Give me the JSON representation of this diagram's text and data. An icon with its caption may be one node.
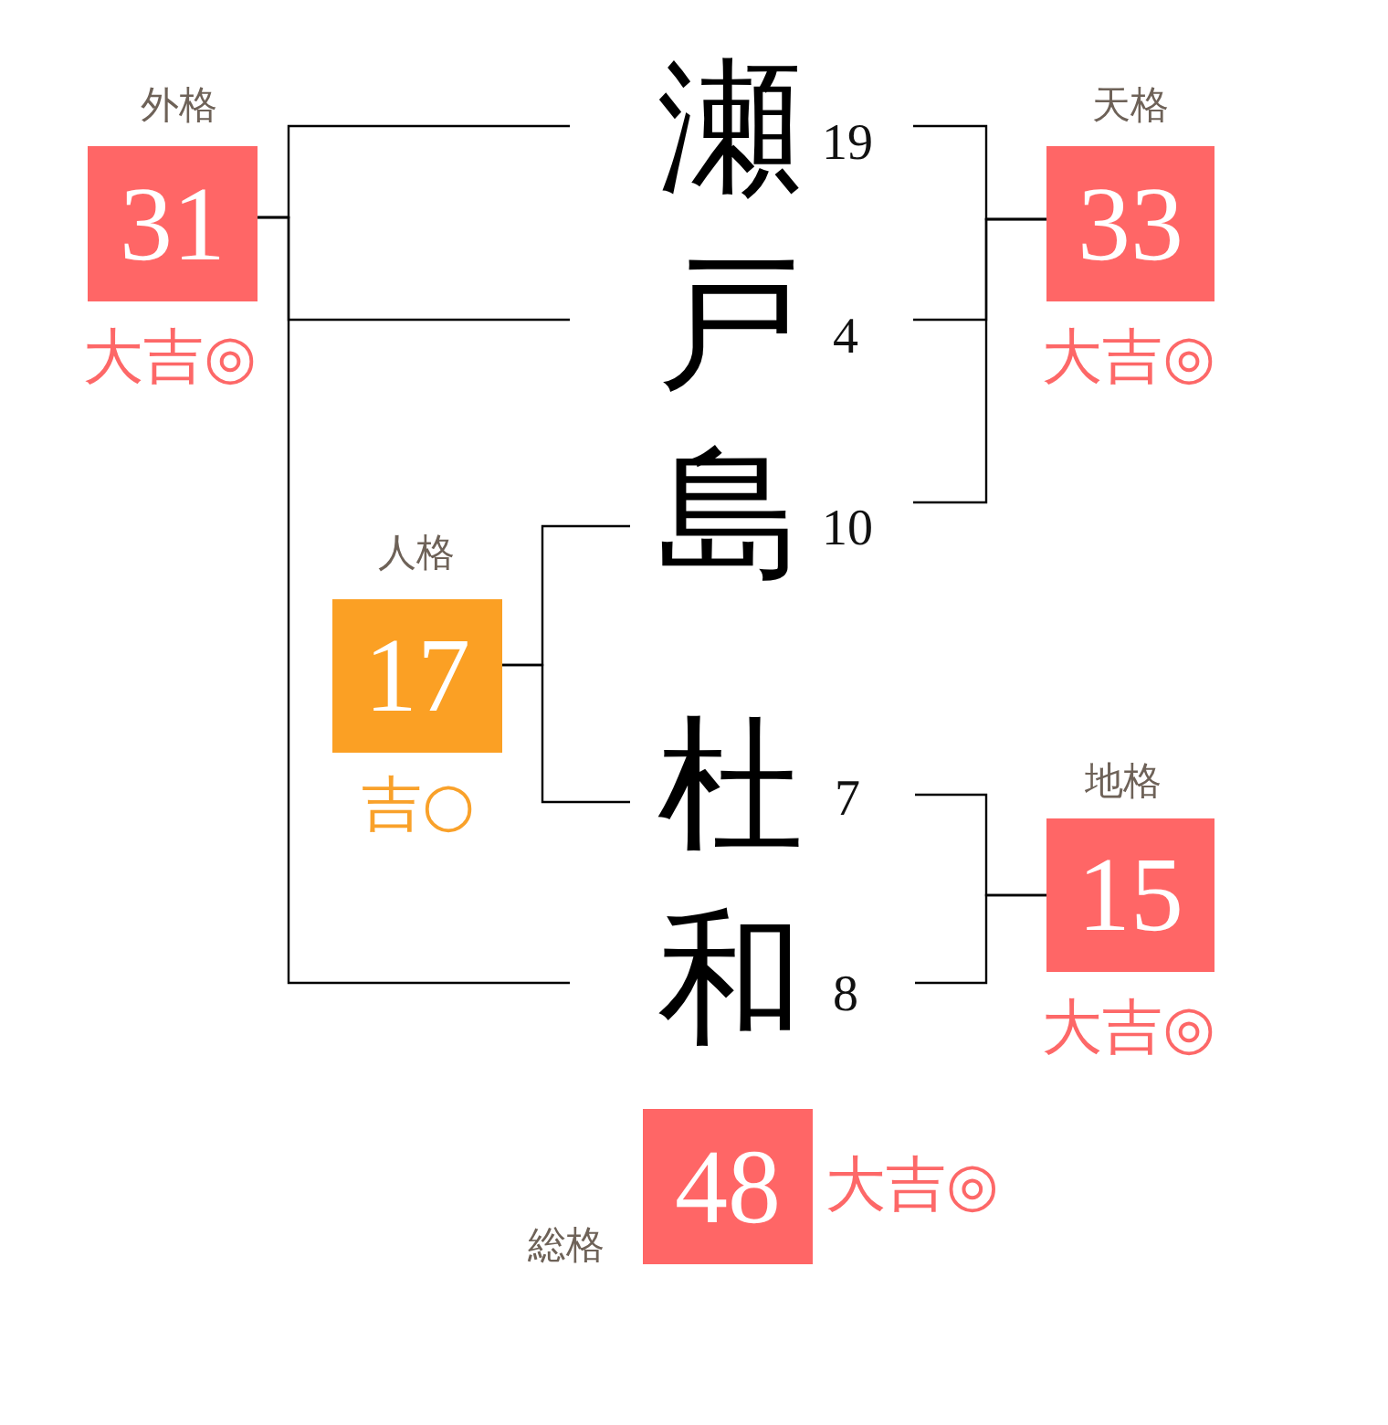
{
  "diagram": {
    "nodes": [
      {
        "text": [
          "外格",
          "31"
        ],
        "beside": [
          "大吉◎"
        ]
      },
      {
        "text": [
          "瀬"
        ],
        "beside": [
          "19"
        ]
      },
      {
        "text": [
          "天格",
          "33"
        ],
        "beside": [
          "大吉◎"
        ]
      },
      {
        "text": [
          "戸"
        ],
        "beside": [
          "4"
        ]
      },
      {
        "text": [
          "島"
        ],
        "beside": [
          "10"
        ]
      },
      {
        "text": [
          "人格",
          "17"
        ],
        "beside": [
          "吉○"
        ]
      },
      {
        "text": [
          "杜"
        ],
        "beside": [
          "7"
        ]
      },
      {
        "text": [
          "地格",
          "15"
        ],
        "beside": [
          "大吉◎"
        ]
      },
      {
        "text": [
          "和"
        ],
        "beside": [
          "8"
        ]
      },
      {
        "text": [
          "総格",
          "48"
        ],
        "beside": [
          "大吉◎"
        ]
      }
    ],
    "edges": [
      {
        "from": 0,
        "to": 1,
        "arrow": "none"
      },
      {
        "from": 0,
        "to": 3,
        "arrow": "none"
      },
      {
        "from": 0,
        "to": 8,
        "arrow": "none"
      },
      {
        "from": 2,
        "to": 1,
        "arrow": "none"
      },
      {
        "from": 2,
        "to": 3,
        "arrow": "none"
      },
      {
        "from": 2,
        "to": 4,
        "arrow": "none"
      },
      {
        "from": 5,
        "to": 4,
        "arrow": "none"
      },
      {
        "from": 5,
        "to": 6,
        "arrow": "none"
      },
      {
        "from": 7,
        "to": 6,
        "arrow": "none"
      },
      {
        "from": 7,
        "to": 8,
        "arrow": "none"
      }
    ]
  }
}
